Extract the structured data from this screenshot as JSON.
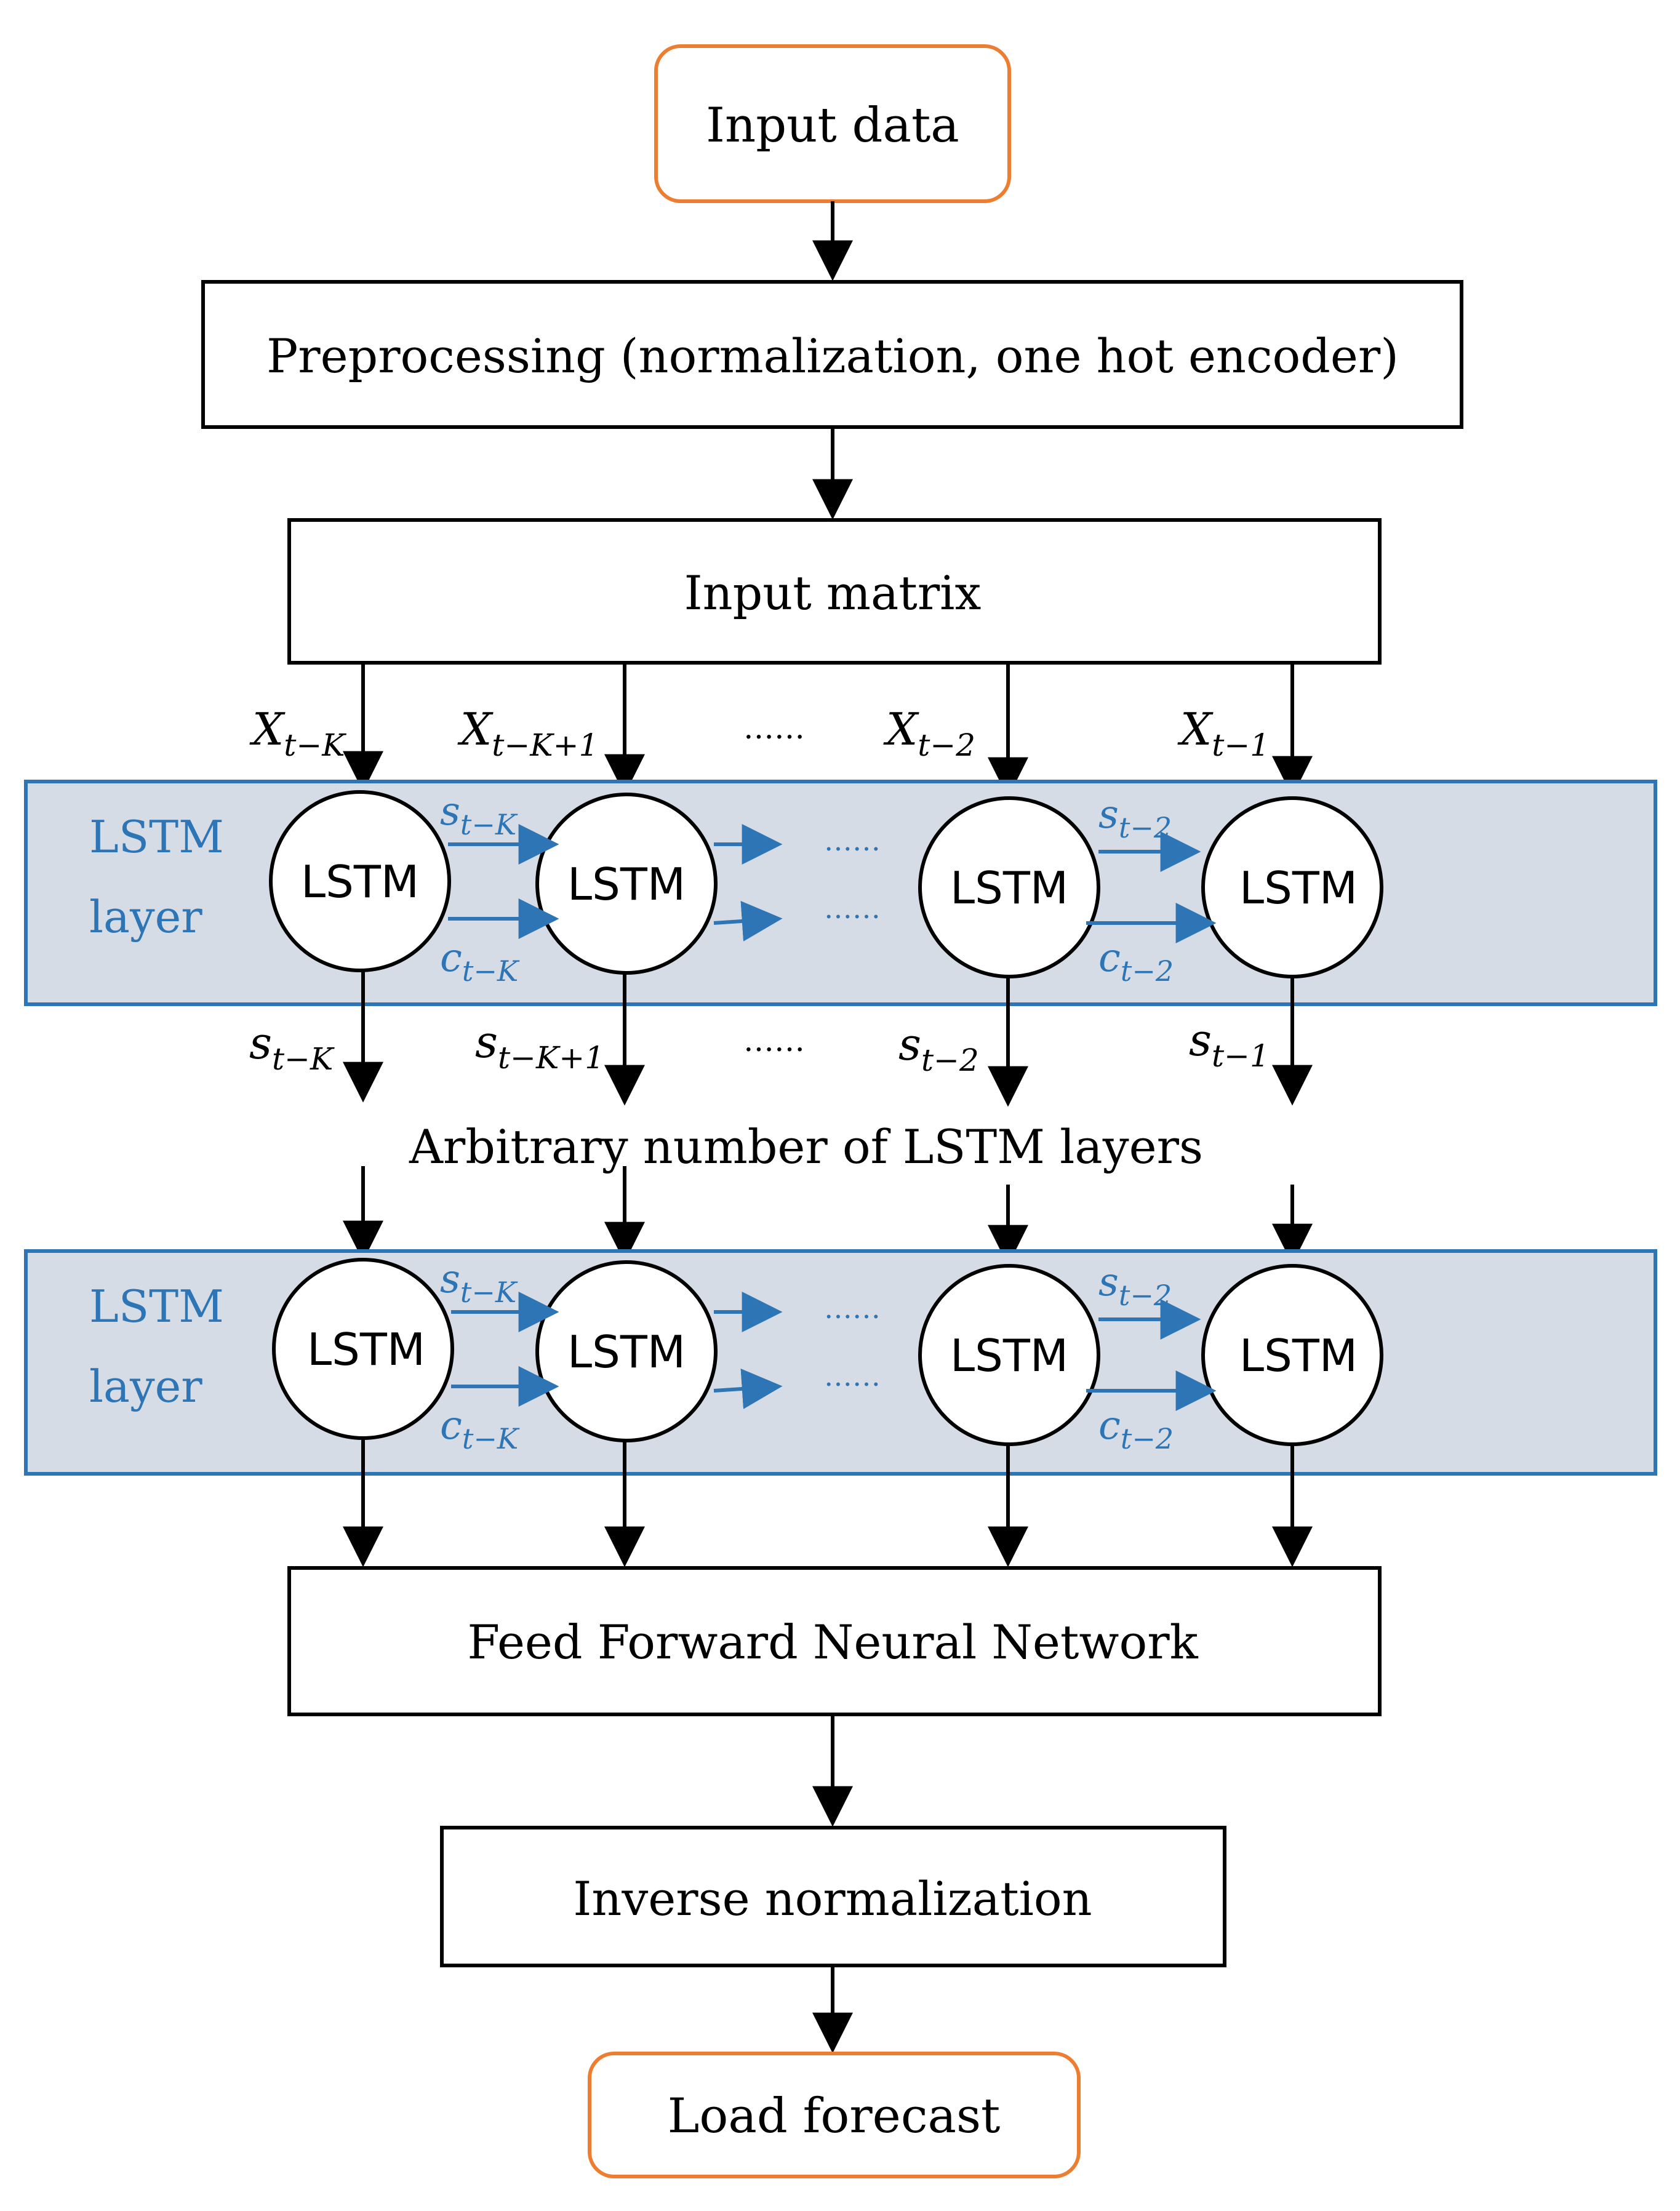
{
  "colors": {
    "terminal_border": "#ED7D31",
    "box_border": "#000000",
    "layer_fill": "#D6DCE5",
    "layer_border": "#2E75B6",
    "recurrent_arrow": "#2E75B6",
    "text": "#000000",
    "layer_label": "#2E75B6"
  },
  "input_data": "Input data",
  "preprocessing": "Preprocessing (normalization, one hot encoder)",
  "input_matrix": "Input matrix",
  "inputs": {
    "x1": {
      "base": "X",
      "sub": "t−K"
    },
    "x2": {
      "base": "X",
      "sub": "t−K+1"
    },
    "dots": "……",
    "x3": {
      "base": "X",
      "sub": "t−2"
    },
    "x4": {
      "base": "X",
      "sub": "t−1"
    }
  },
  "layer1": {
    "label_line1": "LSTM",
    "label_line2": "layer",
    "cell_label": "LSTM",
    "s_first": {
      "base": "s",
      "sub": "t−K"
    },
    "c_first": {
      "base": "c",
      "sub": "t−K"
    },
    "s_last": {
      "base": "s",
      "sub": "t−2"
    },
    "c_last": {
      "base": "c",
      "sub": "t−2"
    },
    "dots_top": "……",
    "dots_bottom": "……"
  },
  "outputs": {
    "o1": {
      "base": "s",
      "sub": "t−K"
    },
    "o2": {
      "base": "s",
      "sub": "t−K+1"
    },
    "dots": "……",
    "o3": {
      "base": "s",
      "sub": "t−2"
    },
    "o4": {
      "base": "s",
      "sub": "t−1"
    }
  },
  "arbitrary": "Arbitrary number of LSTM layers",
  "layer2": {
    "label_line1": "LSTM",
    "label_line2": "layer",
    "cell_label": "LSTM",
    "s_first": {
      "base": "s",
      "sub": "t−K"
    },
    "c_first": {
      "base": "c",
      "sub": "t−K"
    },
    "s_last": {
      "base": "s",
      "sub": "t−2"
    },
    "c_last": {
      "base": "c",
      "sub": "t−2"
    },
    "dots_top": "……",
    "dots_bottom": "……"
  },
  "ffnn": "Feed Forward Neural Network",
  "inverse": "Inverse normalization",
  "load_forecast": "Load forecast"
}
